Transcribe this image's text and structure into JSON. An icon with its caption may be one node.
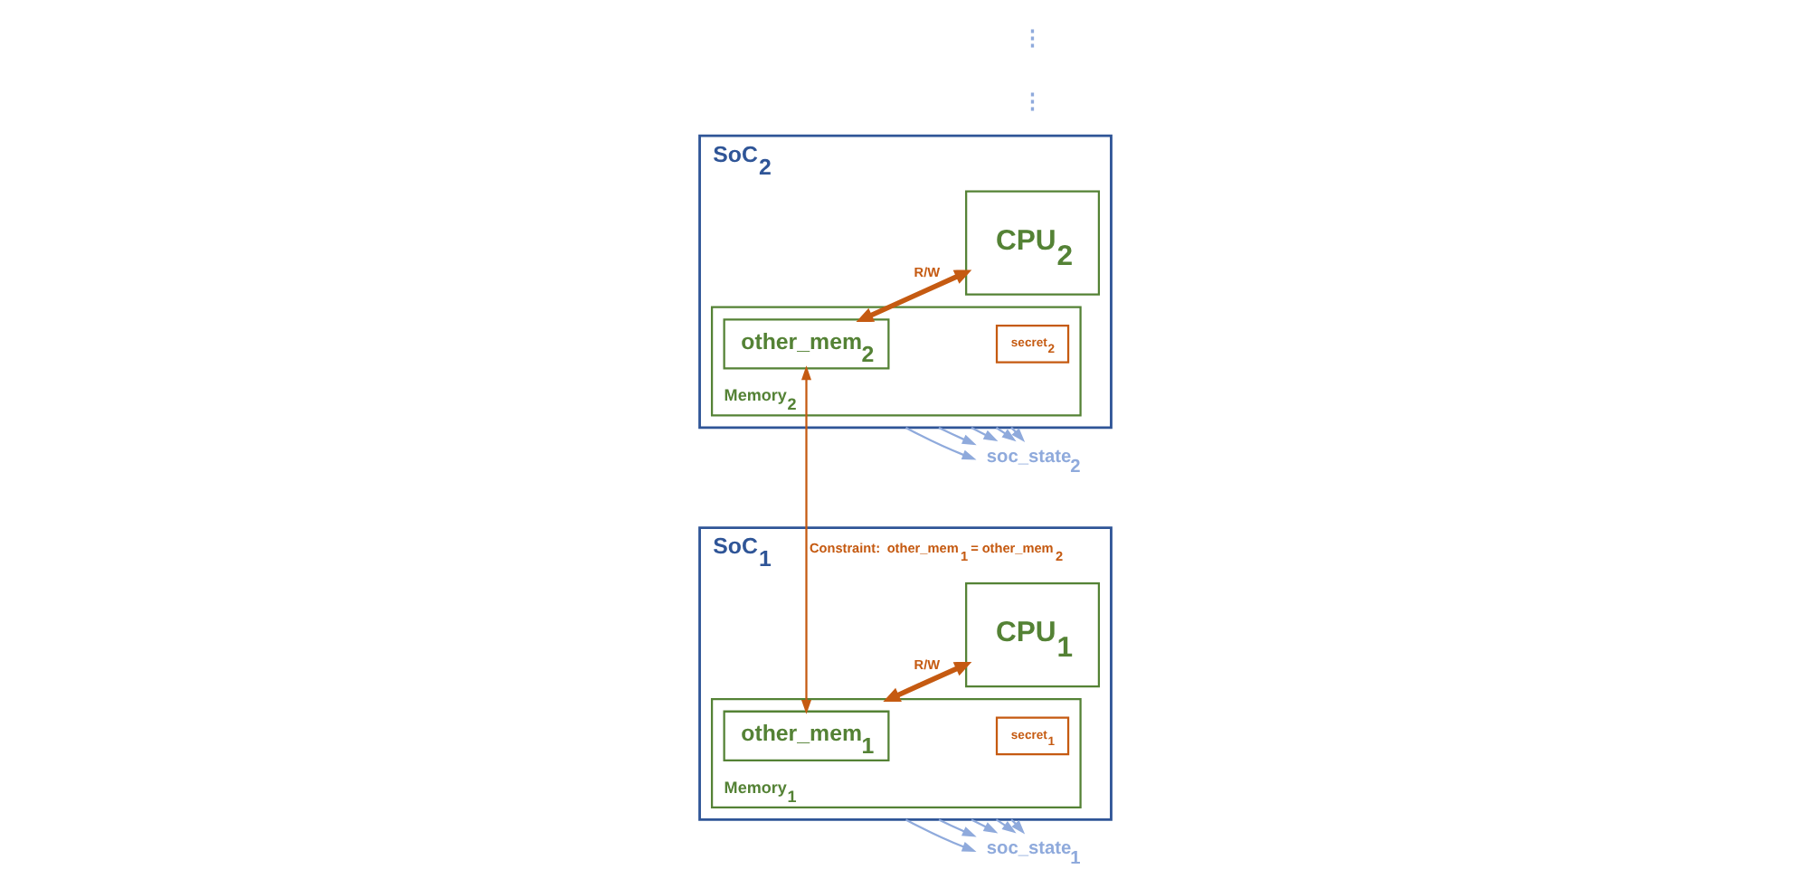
{
  "diagram": {
    "nodes": [
      {
        "text": [
          "SoC$_{1}$"
        ]
      },
      {
        "text": [
          "Memory$_{1}$"
        ],
        "in": 0
      },
      {
        "text": [
          "other_mem$_{1}$"
        ],
        "in": 1
      },
      {
        "text": [
          "secret$_{1}$"
        ],
        "in": 1
      },
      {
        "text": [
          "CPU$_{1}$"
        ],
        "in": 0
      },
      {
        "text": [
          "soc_state$_{1}$"
        ]
      },
      {
        "text": [
          "SoC$_{2}$"
        ]
      },
      {
        "text": [
          "Memory$_{2}$"
        ],
        "in": 6
      },
      {
        "text": [
          "other_mem$_{2}$"
        ],
        "in": 7
      },
      {
        "text": [
          "secret$_{2}$"
        ],
        "in": 7
      },
      {
        "text": [
          "CPU$_{2}$"
        ],
        "in": 6
      },
      {
        "text": [
          "soc_state$_{2}$"
        ]
      }
    ],
    "edges": [
      {
        "from": 1,
        "to": 4,
        "arrow": "both",
        "label": "R/W",
        "style": "thick",
        "color": "#c55a11"
      },
      {
        "from": 2,
        "to": 8,
        "arrow": "both",
        "label": "Constraint: other_mem$_{1}$ = other_mem$_{2}$",
        "color": "#c55a11"
      },
      {
        "from": 0,
        "to": 5,
        "arrow": "to"
      },
      {
        "from": 0,
        "to": 5,
        "arrow": "to"
      },
      {
        "from": 0,
        "to": 5,
        "arrow": "to"
      },
      {
        "from": 0,
        "to": 5,
        "arrow": "to"
      },
      {
        "from": 0,
        "to": 5,
        "arrow": "to"
      },
      {
        "from": 6,
        "to": 10,
        "arrow": "both",
        "label": "R/W",
        "style": "thick",
        "color": "#c55a11"
      },
      {
        "from": 6,
        "to": 11,
        "arrow": "to"
      },
      {
        "from": 6,
        "to": 11,
        "arrow": "to"
      },
      {
        "from": 6,
        "to": 11,
        "arrow": "to"
      },
      {
        "from": 6,
        "to": 11,
        "arrow": "to"
      },
      {
        "from": 6,
        "to": 11,
        "arrow": "to"
      }
    ],
    "labels": [
      "⋮",
      "⋮"
    ]
  }
}
